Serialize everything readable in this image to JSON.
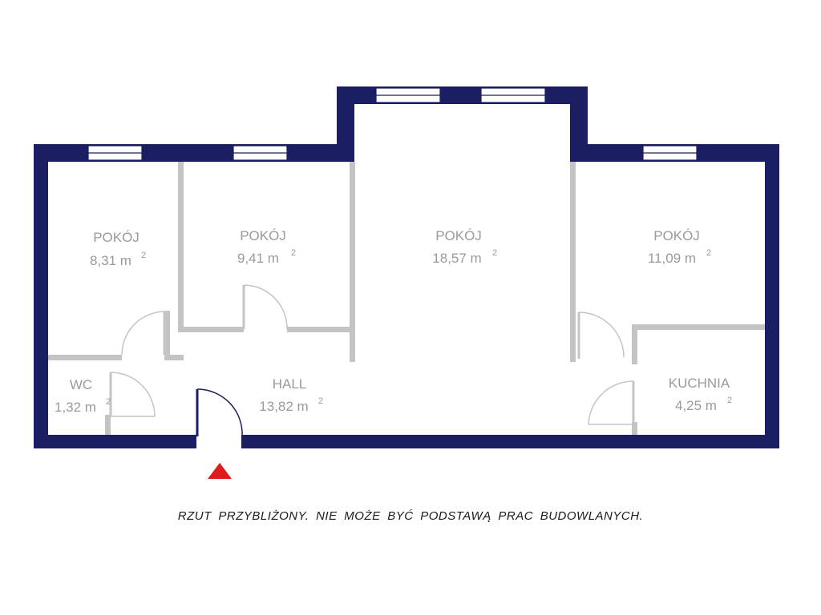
{
  "colors": {
    "wall": "#1c1e63",
    "partition": "#c4c4c4",
    "entrance_marker": "#e11b1b",
    "label": "#9a9a9a"
  },
  "rooms": [
    {
      "name": "POKÓJ",
      "area": "8,31 m",
      "unit_sup": "2"
    },
    {
      "name": "POKÓJ",
      "area": "9,41 m",
      "unit_sup": "2"
    },
    {
      "name": "POKÓJ",
      "area": "18,57 m",
      "unit_sup": "2"
    },
    {
      "name": "POKÓJ",
      "area": "11,09 m",
      "unit_sup": "2"
    },
    {
      "name": "WC",
      "area": "1,32 m",
      "unit_sup": "2"
    },
    {
      "name": "HALL",
      "area": "13,82 m",
      "unit_sup": "2"
    },
    {
      "name": "KUCHNIA",
      "area": "4,25 m",
      "unit_sup": "2"
    }
  ],
  "disclaimer": "RZUT  PRZYBLIŻONY.  NIE  MOŻE  BYĆ  PODSTAWĄ  PRAC  BUDOWLANYCH."
}
